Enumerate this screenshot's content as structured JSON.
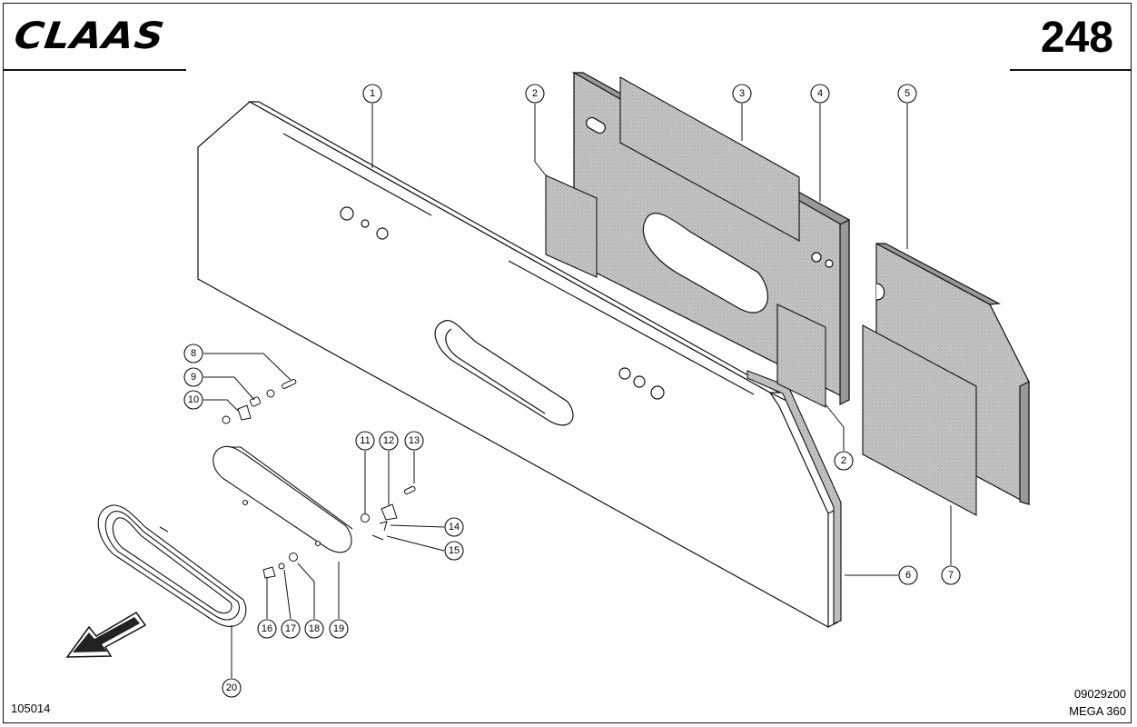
{
  "header": {
    "brand": "CLAAS",
    "page_number": "248"
  },
  "footer": {
    "drawing_number": "105014",
    "figure_code": "09029z00",
    "model": "MEGA 360"
  },
  "colors": {
    "line": "#111111",
    "felt": "#b9b9b9",
    "panel": "#ffffff"
  },
  "icons": {
    "direction": "arrow-direction-icon"
  },
  "callouts": [
    {
      "label": "1"
    },
    {
      "label": "2"
    },
    {
      "label": "3"
    },
    {
      "label": "4"
    },
    {
      "label": "5"
    },
    {
      "label": "2"
    },
    {
      "label": "6"
    },
    {
      "label": "7"
    },
    {
      "label": "8"
    },
    {
      "label": "9"
    },
    {
      "label": "10"
    },
    {
      "label": "11"
    },
    {
      "label": "12"
    },
    {
      "label": "13"
    },
    {
      "label": "14"
    },
    {
      "label": "15"
    },
    {
      "label": "16"
    },
    {
      "label": "17"
    },
    {
      "label": "18"
    },
    {
      "label": "19"
    },
    {
      "label": "20"
    }
  ]
}
